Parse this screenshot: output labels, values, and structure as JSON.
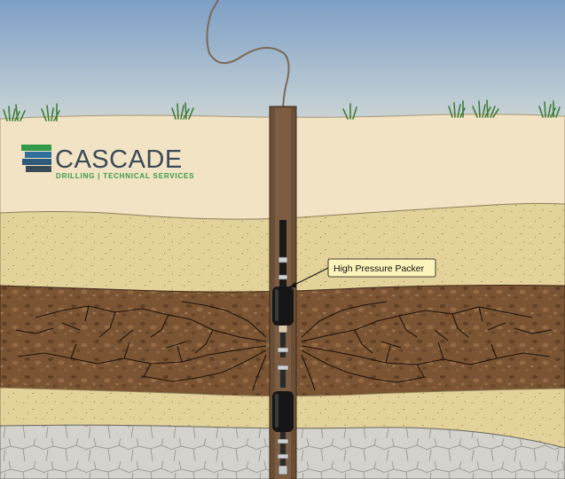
{
  "logo": {
    "name": "CASCADE",
    "tagline": "DRILLING | TECHNICAL SERVICES"
  },
  "callout": {
    "label": "High Pressure Packer"
  },
  "colors": {
    "sky_top": "#7d9fc6",
    "sky_bottom": "#cbd6d9",
    "topsoil": "#f1e3c3",
    "sand": "#e3d299",
    "fractured_soil": "#7a5433",
    "lower_sand": "#e6d8a0",
    "bedrock": "#d3d2cc",
    "well_casing": "#6b4e36",
    "packer": "#161616",
    "callout_fill": "#fbf3b9",
    "logo_green": "#2f9a48",
    "logo_blue": "#2e6f9e",
    "logo_dark": "#3a4a57"
  }
}
